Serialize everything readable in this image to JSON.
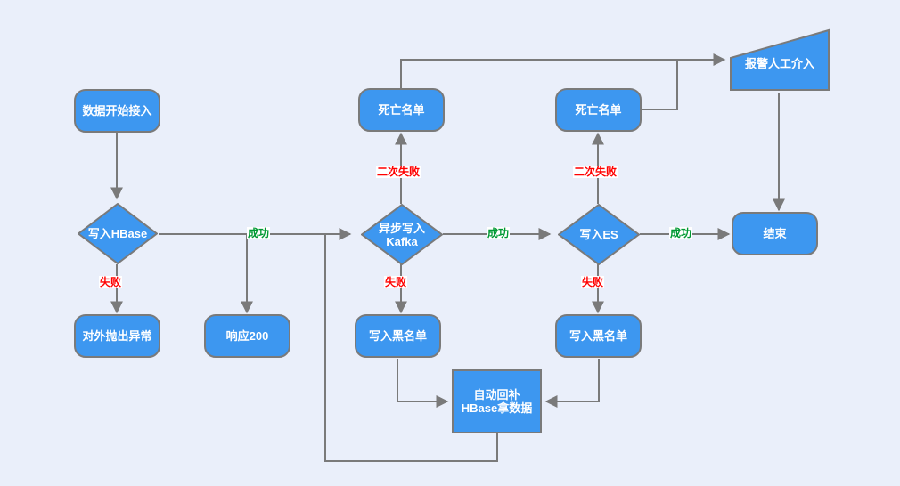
{
  "diagram": {
    "title_text": "",
    "background_color": "#eaeffa",
    "node_fill": "#3d97f0",
    "node_stroke": "#7a7a7a",
    "line_color": "#7a7a7a",
    "label_fail_color": "#ff0000",
    "label_ok_color": "#009933"
  },
  "nodes": {
    "start": "数据开始接入",
    "write_hbase": "写入HBase",
    "throw_exception": "对外抛出异常",
    "respond_200": "响应200",
    "dead_list_kafka": "死亡名单",
    "dead_list_es": "死亡名单",
    "async_write_kafka": "异步写入\nKafka",
    "write_es": "写入ES",
    "blacklist_kafka": "写入黑名单",
    "blacklist_es": "写入黑名单",
    "auto_backfill": "自动回补\nHBase拿数据",
    "alert_manual": "报警人工介入",
    "end": "结束"
  },
  "edge_labels": {
    "hbase_fail": "失败",
    "hbase_success": "成功",
    "kafka_second_fail": "二次失败",
    "kafka_success": "成功",
    "kafka_fail": "失败",
    "es_second_fail": "二次失败",
    "es_success": "成功",
    "es_fail": "失败"
  }
}
